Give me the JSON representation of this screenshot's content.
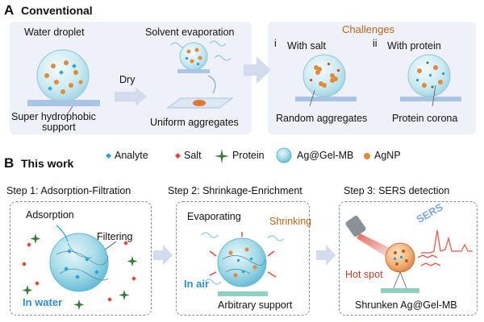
{
  "section_a": {
    "letter": "A",
    "title": "Conventional",
    "water_droplet": "Water droplet",
    "solvent_evaporation": "Solvent evaporation",
    "dry": "Dry",
    "superhydrophobic": "Super hydrophobic",
    "support": "support",
    "uniform_aggregates": "Uniform aggregates",
    "challenges": "Challenges",
    "i_numeral": "i",
    "with_salt": "With salt",
    "ii_numeral": "ii",
    "with_protein": "With protein",
    "random_aggregates": "Random aggregates",
    "protein_corona": "Protein corona"
  },
  "section_b": {
    "letter": "B",
    "title": "This work",
    "legend": [
      {
        "label": "Analyte",
        "icon": "analyte-diamond-icon",
        "color": "#2aa3d8"
      },
      {
        "label": "Salt",
        "icon": "salt-diamond-icon",
        "color": "#d84a3a"
      },
      {
        "label": "Protein",
        "icon": "protein-star-icon",
        "color": "#3a7a3a"
      },
      {
        "label": "Ag@Gel-MB",
        "icon": "microbead-icon",
        "color": "#9fd6e6"
      },
      {
        "label": "AgNP",
        "icon": "agnp-dot-icon",
        "color": "#e08a3c"
      }
    ],
    "step1": "Step 1: Adsorption-Filtration",
    "step2": "Step 2: Shrinkage-Enrichment",
    "step3": "Step 3: SERS detection",
    "adsorption": "Adsorption",
    "filtering": "Filtering",
    "in_water": "In water",
    "evaporating": "Evaporating",
    "shrinking": "Shrinking",
    "in_air": "In air",
    "arbitrary_support": "Arbitrary support",
    "sers": "SERS",
    "hot_spot": "Hot spot",
    "shrunken": "Shrunken Ag@Gel-MB"
  },
  "colors": {
    "panel_bg": "#eef1f7",
    "arrow": "#d3dcec",
    "challenges": "#b5651d",
    "blue_text": "#2e8fc9",
    "shrinking": "#b5651d",
    "hot_spot": "#c0392b",
    "sers": "#7fa8d8"
  }
}
